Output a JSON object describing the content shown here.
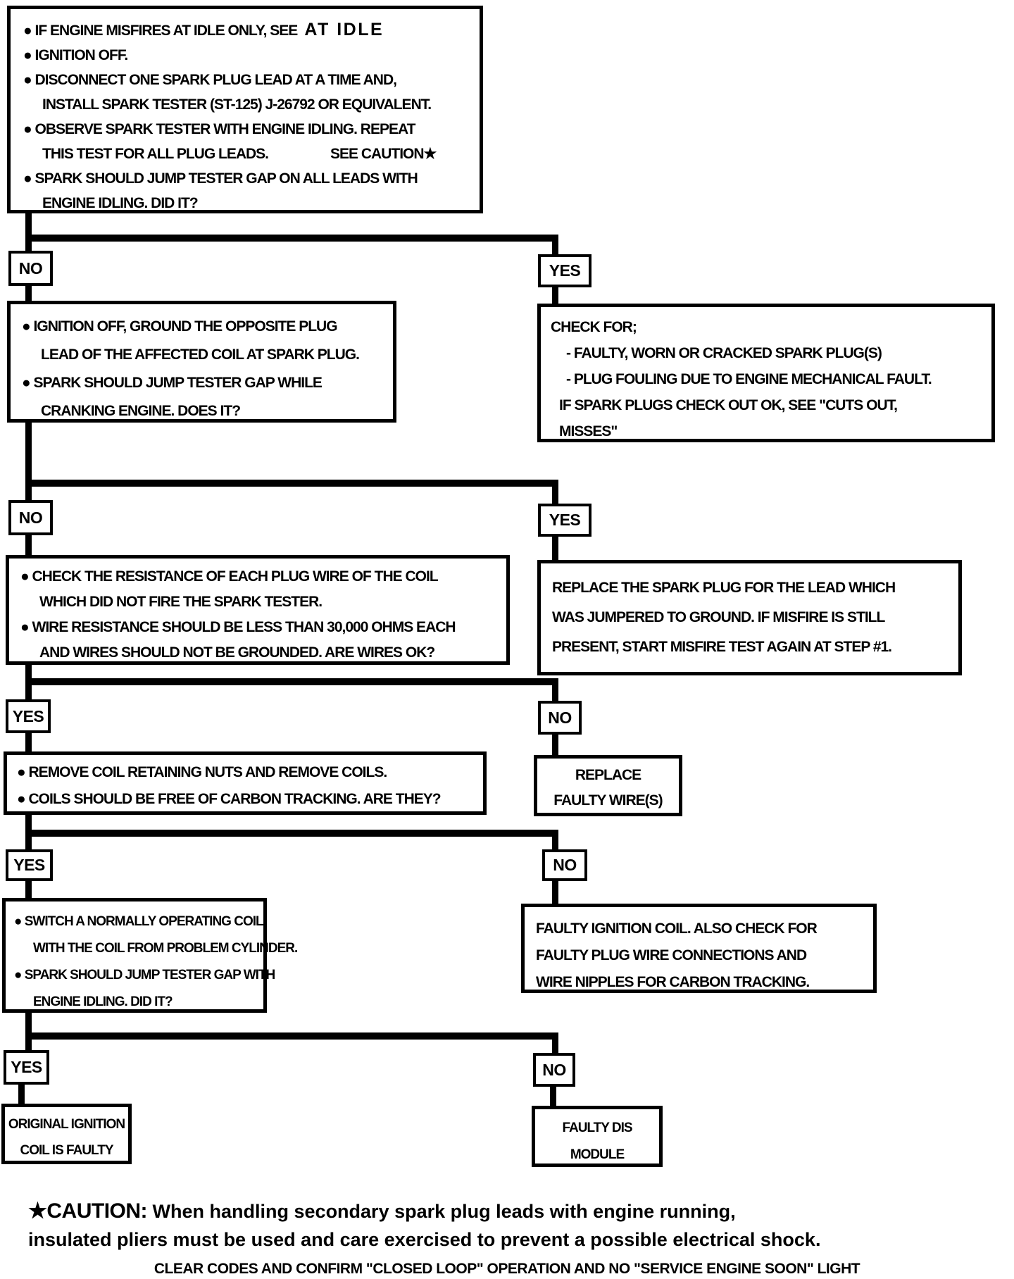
{
  "page": {
    "background": "#ffffff",
    "ink": "#000000"
  },
  "flowchart": {
    "step1": {
      "lines": [
        "● IF ENGINE MISFIRES AT IDLE ONLY, SEE",
        "● IGNITION OFF.",
        "● DISCONNECT ONE SPARK PLUG LEAD  AT  A TIME  AND,",
        "INSTALL SPARK TESTER (ST-125)  J-26792 OR EQUIVALENT.",
        "● OBSERVE SPARK TESTER WITH ENGINE IDLING.  REPEAT",
        "THIS TEST FOR ALL PLUG LEADS.",
        "● SPARK SHOULD JUMP TESTER GAP ON ALL LEADS WITH",
        "ENGINE IDLING.  DID IT?"
      ],
      "at_idle_ref": "AT  IDLE",
      "see_caution": "SEE CAUTION★"
    },
    "branches": [
      {
        "left": "NO",
        "right": "YES"
      },
      {
        "left": "NO",
        "right": "YES"
      },
      {
        "left": "YES",
        "right": "NO"
      },
      {
        "left": "YES",
        "right": "NO"
      },
      {
        "left": "YES",
        "right": "NO"
      }
    ],
    "ground_opposite_plug": {
      "lines": [
        "● IGNITION OFF, GROUND THE OPPOSITE PLUG",
        "LEAD OF THE AFFECTED COIL AT SPARK PLUG.",
        "● SPARK SHOULD JUMP TESTER GAP WHILE",
        "CRANKING ENGINE.  DOES IT?"
      ]
    },
    "check_for": {
      "lines": [
        "CHECK FOR;",
        "- FAULTY, WORN OR CRACKED  SPARK PLUG(S)",
        "- PLUG FOULING DUE TO ENGINE MECHANICAL FAULT.",
        "IF SPARK PLUGS CHECK OUT OK,  SEE  \"CUTS OUT,",
        "MISSES\""
      ]
    },
    "check_resistance": {
      "lines": [
        "● CHECK THE RESISTANCE OF EACH PLUG WIRE OF THE COIL",
        "WHICH DID NOT FIRE THE SPARK TESTER.",
        "● WIRE RESISTANCE SHOULD BE LESS THAN 30,000 OHMS EACH",
        "AND WIRES SHOULD NOT BE GROUNDED.  ARE WIRES OK?"
      ]
    },
    "replace_spark_plug": {
      "lines": [
        "REPLACE THE SPARK PLUG FOR THE LEAD WHICH",
        "WAS JUMPERED TO GROUND.  IF MISFIRE IS STILL",
        "PRESENT,  START MISFIRE TEST AGAIN AT STEP #1."
      ]
    },
    "remove_coils": {
      "lines": [
        "● REMOVE COIL RETAINING NUTS AND REMOVE COILS.",
        "● COILS SHOULD BE  FREE OF CARBON TRACKING.  ARE THEY?"
      ]
    },
    "replace_faulty_wires": {
      "lines": [
        "REPLACE",
        "FAULTY WIRE(S)"
      ]
    },
    "switch_coil": {
      "lines": [
        "● SWITCH A NORMALLY OPERATING COIL",
        "WITH THE COIL FROM PROBLEM CYLINDER.",
        "● SPARK SHOULD JUMP TESTER GAP WITH",
        "ENGINE IDLING.  DID IT?"
      ]
    },
    "faulty_ignition_coil": {
      "lines": [
        "FAULTY IGNITION COIL.  ALSO CHECK FOR",
        "FAULTY PLUG WIRE CONNECTIONS AND",
        "WIRE NIPPLES FOR CARBON TRACKING."
      ]
    },
    "original_coil_faulty": {
      "lines": [
        "ORIGINAL IGNITION",
        "COIL IS FAULTY"
      ]
    },
    "faulty_dis_module": {
      "lines": [
        "FAULTY DIS",
        "MODULE"
      ]
    }
  },
  "caution": {
    "label": "★CAUTION:",
    "line1": "  When handling secondary spark plug leads with engine running,",
    "line2": "insulated pliers must be used and care exercised to prevent a possible electrical shock."
  },
  "footer": "CLEAR CODES AND CONFIRM \"CLOSED LOOP\" OPERATION AND NO \"SERVICE ENGINE SOON\" LIGHT"
}
